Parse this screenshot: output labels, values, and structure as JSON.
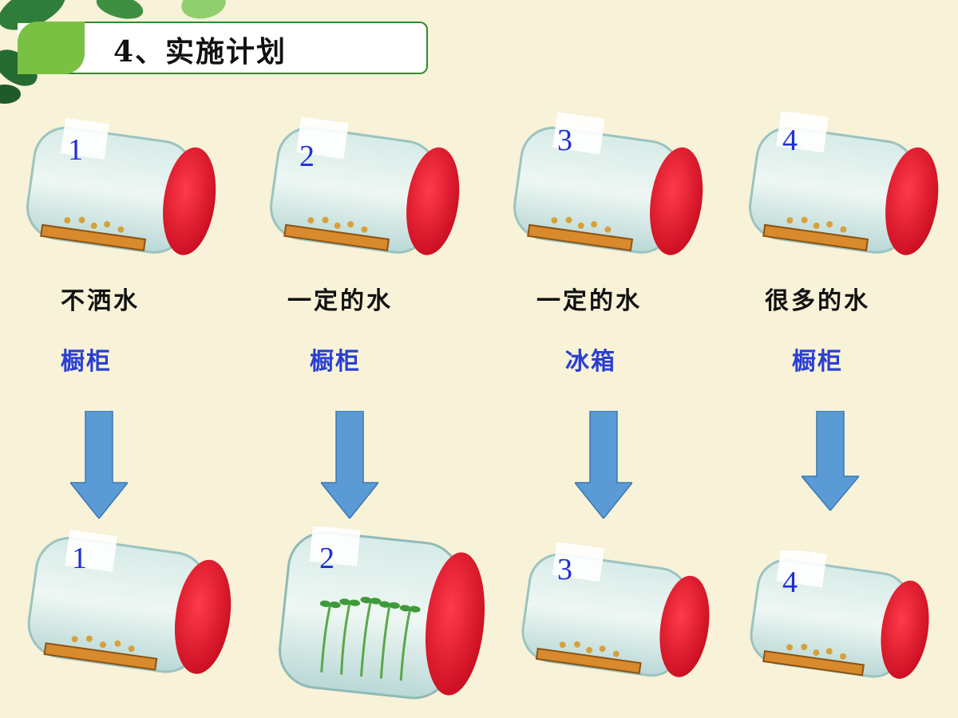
{
  "slide": {
    "title": "4、实施计划"
  },
  "top_jars": [
    {
      "number": "1",
      "condition": "不洒水",
      "location": "橱柜"
    },
    {
      "number": "2",
      "condition": "一定的水",
      "location": "橱柜"
    },
    {
      "number": "3",
      "condition": "一定的水",
      "location": "冰箱"
    },
    {
      "number": "4",
      "condition": "很多的水",
      "location": "橱柜"
    }
  ],
  "bottom_jars": [
    {
      "number": "1"
    },
    {
      "number": "2"
    },
    {
      "number": "3"
    },
    {
      "number": "4"
    }
  ],
  "colors": {
    "accent_green": "#7ac143",
    "location_blue": "#2a3fd0",
    "arrow_blue": "#5b9bd5",
    "lid_red": "#e3132a"
  }
}
